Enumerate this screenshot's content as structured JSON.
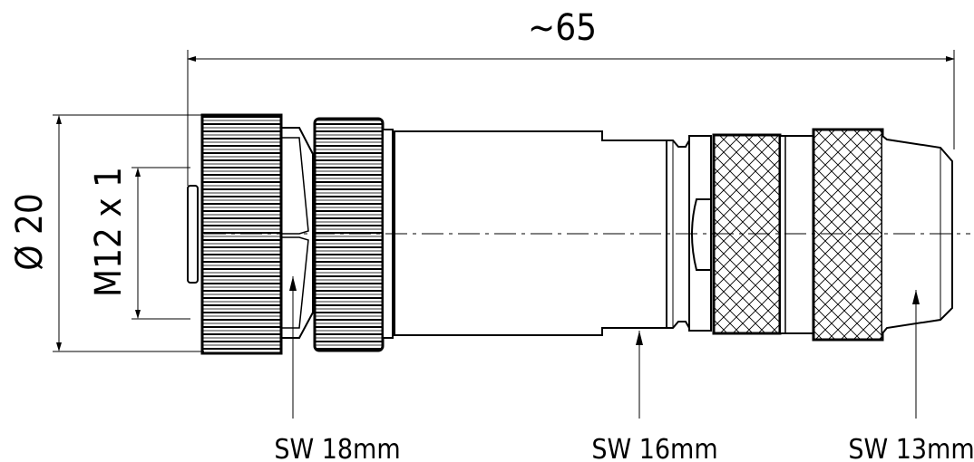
{
  "title": "M12 connector dimensional drawing",
  "dimensions": {
    "overall_length": "~65",
    "diameter": "Ø 20",
    "thread": "M12 x 1"
  },
  "callouts": [
    {
      "label": "SW 18mm"
    },
    {
      "label": "SW 16mm"
    },
    {
      "label": "SW 13mm"
    }
  ],
  "colors": {
    "line": "#000000",
    "background": "#ffffff"
  }
}
